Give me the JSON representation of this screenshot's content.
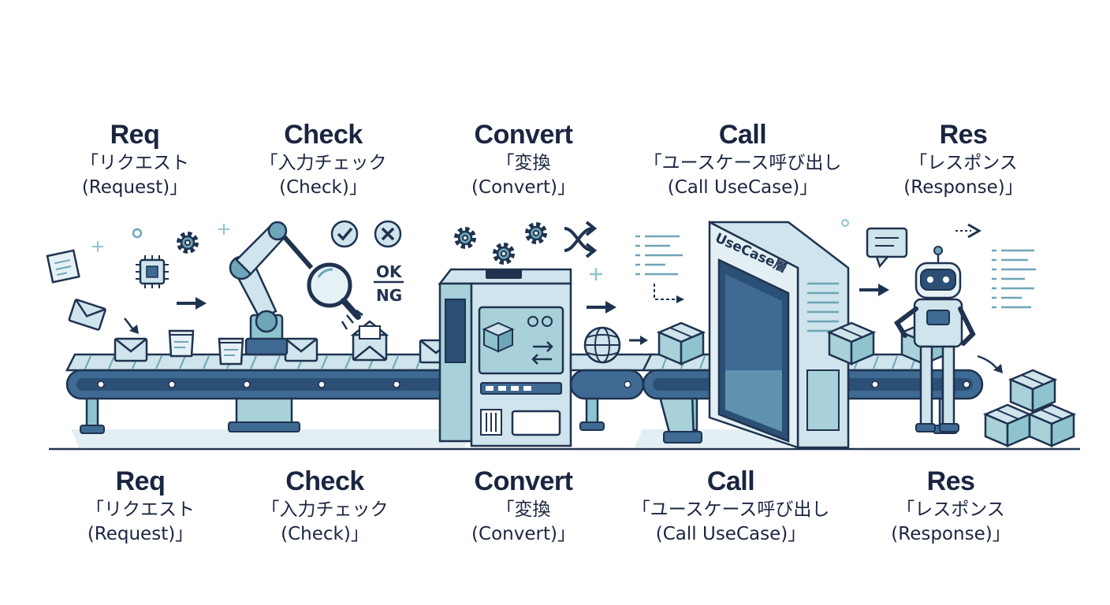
{
  "stages_top": [
    {
      "title": "Req",
      "jp": "「リクエスト",
      "en": "(Request)」"
    },
    {
      "title": "Check",
      "jp": "「入力チェック",
      "en": "(Check)」"
    },
    {
      "title": "Convert",
      "jp": "「変換",
      "en": "(Convert)」"
    },
    {
      "title": "Call",
      "jp": "「ユースケース呼び出し",
      "en": "(Call UseCase)」"
    },
    {
      "title": "Res",
      "jp": "「レスポンス",
      "en": "(Response)」"
    }
  ],
  "stages_bottom": [
    {
      "title": "Req",
      "jp": "「リクエスト",
      "en": "(Request)」"
    },
    {
      "title": "Check",
      "jp": "「入力チェック",
      "en": "(Check)」"
    },
    {
      "title": "Convert",
      "jp": "「変換",
      "en": "(Convert)」"
    },
    {
      "title": "Call",
      "jp": "「ユースケース呼び出し",
      "en": "(Call UseCase)」"
    },
    {
      "title": "Res",
      "jp": "「レスポンス",
      "en": "(Response)」"
    }
  ],
  "scene": {
    "ok_label": "OK",
    "ng_label": "NG",
    "usecase_label": "UseCase層"
  },
  "colors": {
    "outline": "#1f3350",
    "belt": "#3e6a93",
    "light": "#cfe4ec",
    "teal": "#8fc4cf",
    "mid": "#6ea5b8"
  },
  "icons": [
    "envelope-icon",
    "document-icon",
    "chip-icon",
    "gear-icon",
    "robot-arm-icon",
    "magnifier-icon",
    "check-icon",
    "cross-icon",
    "cube-icon",
    "shuffle-icon",
    "globe-icon",
    "box-icon",
    "robot-icon",
    "speech-bubble-icon"
  ]
}
